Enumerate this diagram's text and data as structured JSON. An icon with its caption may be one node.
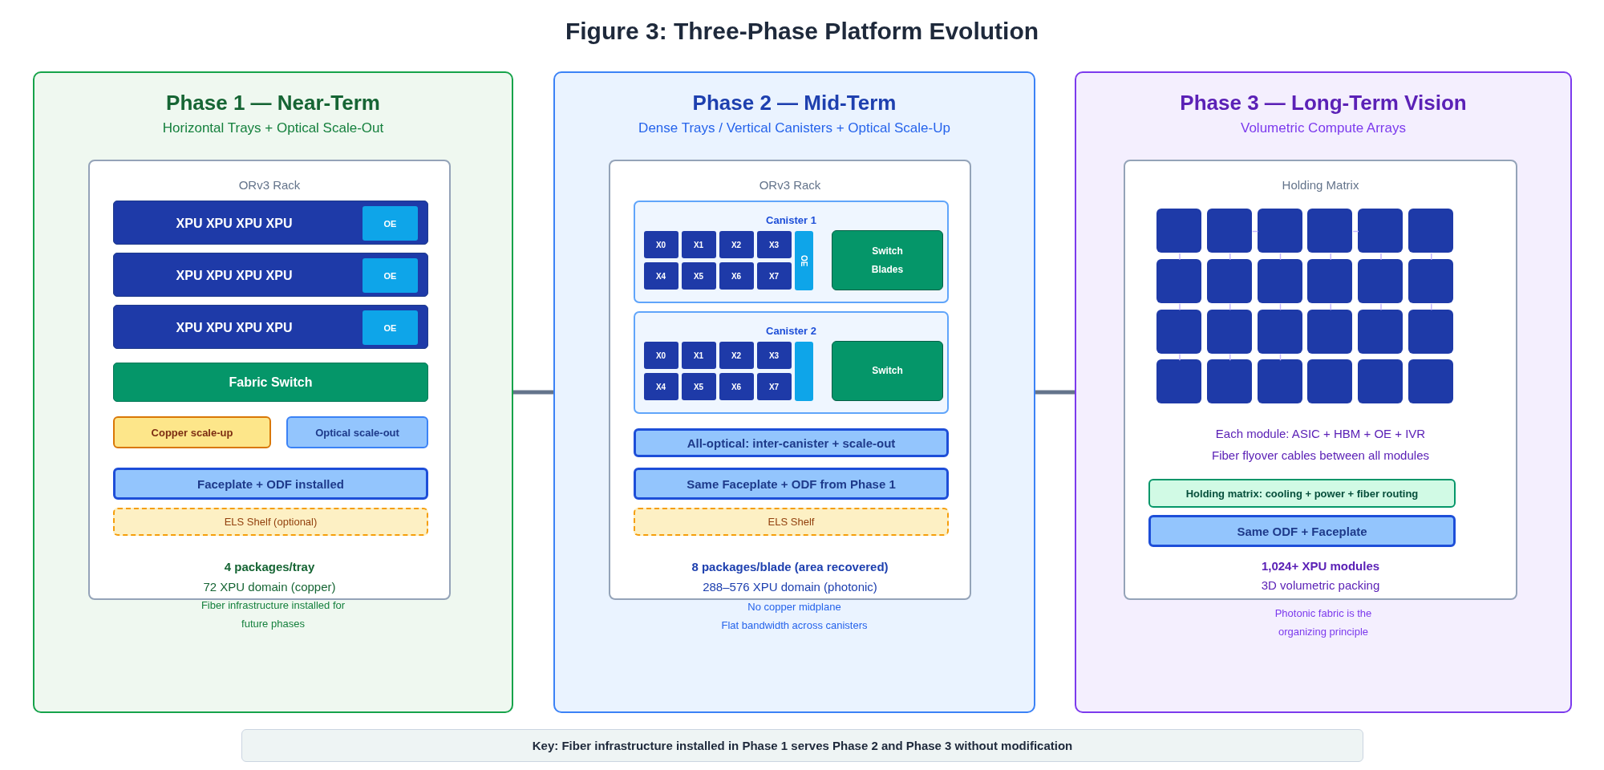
{
  "diagram": {
    "title": "Figure 3: Three-Phase Platform Evolution",
    "nodes": [
      {
        "text": [
          "Phase 1 — Near-Term",
          "Horizontal Trays + Optical Scale-Out",
          "Fiber infrastructure installed for future phases"
        ]
      },
      {
        "text": [
          "ORv3 Rack",
          "4 packages/tray",
          "72 XPU domain (copper)"
        ],
        "in": 0
      },
      {
        "text": [
          "XPU XPU XPU XPU"
        ],
        "in": 1
      },
      {
        "text": [
          "OE"
        ],
        "in": 2
      },
      {
        "text": [
          "XPU XPU XPU XPU"
        ],
        "in": 1
      },
      {
        "text": [
          "OE"
        ],
        "in": 4
      },
      {
        "text": [
          "XPU XPU XPU XPU"
        ],
        "in": 1
      },
      {
        "text": [
          "OE"
        ],
        "in": 6
      },
      {
        "text": [
          "Fabric Switch"
        ],
        "in": 1
      },
      {
        "text": [
          "Copper scale-up"
        ],
        "in": 1
      },
      {
        "text": [
          "Optical scale-out"
        ],
        "in": 1
      },
      {
        "text": [
          "Faceplate + ODF installed"
        ],
        "in": 1
      },
      {
        "text": [
          "ELS Shelf (optional)"
        ],
        "in": 1
      },
      {
        "text": [
          "Phase 2 — Mid-Term",
          "Dense Trays / Vertical Canisters + Optical Scale-Up",
          "No copper midplane",
          "Flat bandwidth across canisters"
        ]
      },
      {
        "text": [
          "ORv3 Rack",
          "8 packages/blade (area recovered)",
          "288–576 XPU domain (photonic)"
        ],
        "in": 13
      },
      {
        "text": [
          "Canister 1"
        ],
        "in": 14
      },
      {
        "text": [
          "X0"
        ],
        "in": 15
      },
      {
        "text": [
          "X1"
        ],
        "in": 15
      },
      {
        "text": [
          "X2"
        ],
        "in": 15
      },
      {
        "text": [
          "X3"
        ],
        "in": 15
      },
      {
        "text": [
          "X4"
        ],
        "in": 15
      },
      {
        "text": [
          "X5"
        ],
        "in": 15
      },
      {
        "text": [
          "X6"
        ],
        "in": 15
      },
      {
        "text": [
          "X7"
        ],
        "in": 15
      },
      {
        "text": [
          "OE"
        ],
        "in": 15
      },
      {
        "text": [
          "Switch Blades"
        ],
        "in": 15
      },
      {
        "text": [
          "Canister 2"
        ],
        "in": 14
      },
      {
        "text": [
          "X0"
        ],
        "in": 26
      },
      {
        "text": [
          "X1"
        ],
        "in": 26
      },
      {
        "text": [
          "X2"
        ],
        "in": 26
      },
      {
        "text": [
          "X3"
        ],
        "in": 26
      },
      {
        "text": [
          "X4"
        ],
        "in": 26
      },
      {
        "text": [
          "X5"
        ],
        "in": 26
      },
      {
        "text": [
          "X6"
        ],
        "in": 26
      },
      {
        "text": [
          "X7"
        ],
        "in": 26
      },
      {
        "text": [],
        "shape": "bar",
        "in": 26
      },
      {
        "text": [
          "Switch"
        ],
        "in": 26
      },
      {
        "text": [
          "All-optical: inter-canister + scale-out"
        ],
        "in": 14
      },
      {
        "text": [
          "Same Faceplate + ODF from Phase 1"
        ],
        "in": 14
      },
      {
        "text": [
          "ELS Shelf"
        ],
        "in": 14
      },
      {
        "text": [
          "Phase 3 — Long-Term Vision",
          "Volumetric Compute Arrays",
          "Photonic fabric is the organizing principle"
        ]
      },
      {
        "text": [
          "Holding Matrix",
          "Each module: ASIC + HBM + OE + IVR",
          "Fiber flyover cables between all modules",
          "1,024+ XPU modules",
          "3D volumetric packing"
        ],
        "in": 40
      },
      {
        "text": [],
        "shape": "box",
        "in": 41
      },
      {
        "text": [],
        "shape": "box",
        "in": 41
      },
      {
        "text": [],
        "shape": "box",
        "in": 41
      },
      {
        "text": [],
        "shape": "box",
        "in": 41
      },
      {
        "text": [],
        "shape": "box",
        "in": 41
      },
      {
        "text": [],
        "shape": "box",
        "in": 41
      },
      {
        "text": [],
        "shape": "box",
        "in": 41
      },
      {
        "text": [],
        "shape": "box",
        "in": 41
      },
      {
        "text": [],
        "shape": "box",
        "in": 41
      },
      {
        "text": [],
        "shape": "box",
        "in": 41
      },
      {
        "text": [],
        "shape": "box",
        "in": 41
      },
      {
        "text": [],
        "shape": "box",
        "in": 41
      },
      {
        "text": [],
        "shape": "box",
        "in": 41
      },
      {
        "text": [],
        "shape": "box",
        "in": 41
      },
      {
        "text": [],
        "shape": "box",
        "in": 41
      },
      {
        "text": [],
        "shape": "box",
        "in": 41
      },
      {
        "text": [],
        "shape": "box",
        "in": 41
      },
      {
        "text": [],
        "shape": "box",
        "in": 41
      },
      {
        "text": [],
        "shape": "box",
        "in": 41
      },
      {
        "text": [],
        "shape": "box",
        "in": 41
      },
      {
        "text": [],
        "shape": "box",
        "in": 41
      },
      {
        "text": [],
        "shape": "box",
        "in": 41
      },
      {
        "text": [],
        "shape": "box",
        "in": 41
      },
      {
        "text": [],
        "shape": "box",
        "in": 41
      },
      {
        "text": [
          "Holding matrix: cooling + power + fiber routing"
        ],
        "in": 41
      },
      {
        "text": [
          "Same ODF + Faceplate"
        ],
        "in": 41
      },
      {
        "text": [
          "Key: Fiber infrastructure installed in Phase 1 serves Phase 2 and Phase 3 without modification"
        ]
      }
    ],
    "edges": [
      {
        "from": 0,
        "to": 13,
        "arrow": "none",
        "style": "thick",
        "color": "#64748b"
      },
      {
        "from": 13,
        "to": 40,
        "arrow": "none",
        "style": "thick",
        "color": "#64748b"
      },
      {
        "from": 43,
        "to": 44,
        "arrow": "none"
      },
      {
        "from": 45,
        "to": 46,
        "arrow": "none"
      },
      {
        "from": 42,
        "to": 48,
        "arrow": "none"
      },
      {
        "from": 43,
        "to": 49,
        "arrow": "none"
      },
      {
        "from": 44,
        "to": 50,
        "arrow": "none"
      },
      {
        "from": 45,
        "to": 51,
        "arrow": "none"
      },
      {
        "from": 46,
        "to": 52,
        "arrow": "none"
      },
      {
        "from": 47,
        "to": 53,
        "arrow": "none"
      },
      {
        "from": 48,
        "to": 54,
        "arrow": "none"
      },
      {
        "from": 49,
        "to": 55,
        "arrow": "none"
      },
      {
        "from": 50,
        "to": 56,
        "arrow": "none"
      },
      {
        "from": 51,
        "to": 57,
        "arrow": "none"
      },
      {
        "from": 52,
        "to": 58,
        "arrow": "none"
      },
      {
        "from": 53,
        "to": 59,
        "arrow": "none"
      },
      {
        "from": 54,
        "to": 60,
        "arrow": "none"
      },
      {
        "from": 55,
        "to": 61,
        "arrow": "none"
      },
      {
        "from": 56,
        "to": 62,
        "arrow": "none"
      }
    ]
  }
}
